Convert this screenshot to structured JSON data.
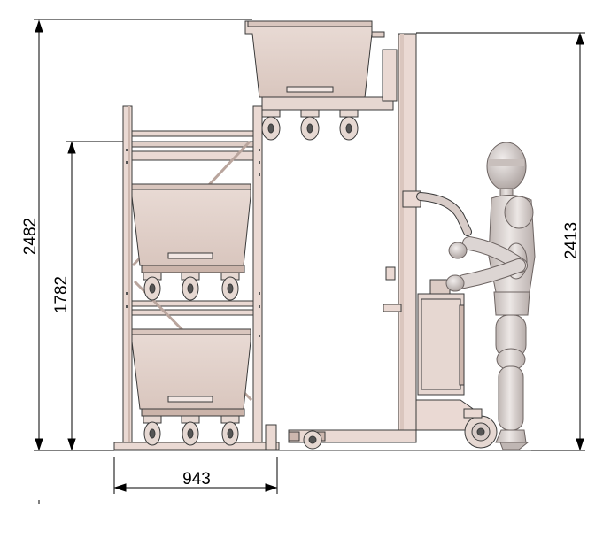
{
  "drawing": {
    "dimensions": {
      "total_height": "2482",
      "rack_height": "1782",
      "lifter_height": "2413",
      "rack_width": "943"
    },
    "colors": {
      "metal": "#ead9d3",
      "metal_dark": "#cdb7ae",
      "bin": "#e2d2cb",
      "bin_shadow": "#cbb4aa",
      "line": "#3a3a3a",
      "dim_line": "#000000",
      "dummy": "#d8d2d0"
    }
  }
}
